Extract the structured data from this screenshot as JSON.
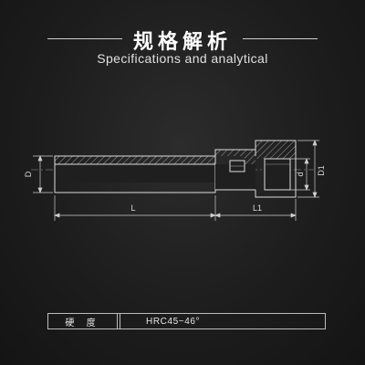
{
  "header": {
    "title": "规格解析",
    "subtitle": "Specifications and analytical"
  },
  "drawing": {
    "labels": {
      "D": "D",
      "L": "L",
      "L1": "L1",
      "d": "d",
      "D1": "D1"
    }
  },
  "spec_table": {
    "rows": [
      {
        "label": "硬 度",
        "value": "HRC45~46°"
      }
    ]
  },
  "colors": {
    "background": "#1d1d1d",
    "text": "#e8e8e8",
    "lines": "#cfcfcf"
  }
}
